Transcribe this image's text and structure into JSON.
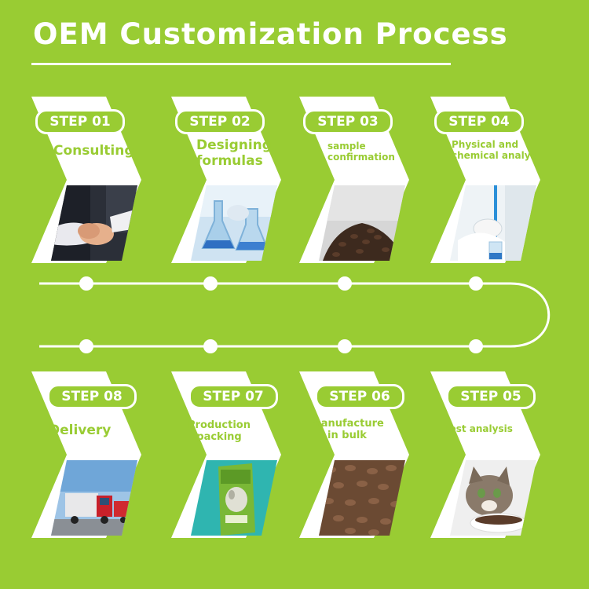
{
  "title": "OEM Customization Process",
  "colors": {
    "background": "#99cc33",
    "card": "#ffffff",
    "accent": "#99cc33"
  },
  "steps": [
    {
      "id": "01",
      "tag": "STEP 01",
      "label_lines": [
        "Consulting"
      ],
      "image": "handshake-photo"
    },
    {
      "id": "02",
      "tag": "STEP 02",
      "label_lines": [
        "Designing",
        "formulas"
      ],
      "image": "lab-flask-photo"
    },
    {
      "id": "03",
      "tag": "STEP 03",
      "label_lines": [
        "sample",
        "confirmation"
      ],
      "image": "kibble-pile-photo"
    },
    {
      "id": "04",
      "tag": "STEP 04",
      "label_lines": [
        "Physical and",
        "chemical analys"
      ],
      "image": "lab-pipette-photo"
    },
    {
      "id": "05",
      "tag": "STEP 05",
      "label_lines": [
        "Test analysis"
      ],
      "image": "cat-eating-photo"
    },
    {
      "id": "06",
      "tag": "STEP 06",
      "label_lines": [
        "manufacture",
        "in bulk"
      ],
      "image": "bulk-kibble-photo"
    },
    {
      "id": "07",
      "tag": "STEP 07",
      "label_lines": [
        "Production",
        "packing"
      ],
      "image": "pet-food-bag-photo"
    },
    {
      "id": "08",
      "tag": "STEP 08",
      "label_lines": [
        "Delivery"
      ],
      "image": "delivery-truck-photo"
    }
  ]
}
